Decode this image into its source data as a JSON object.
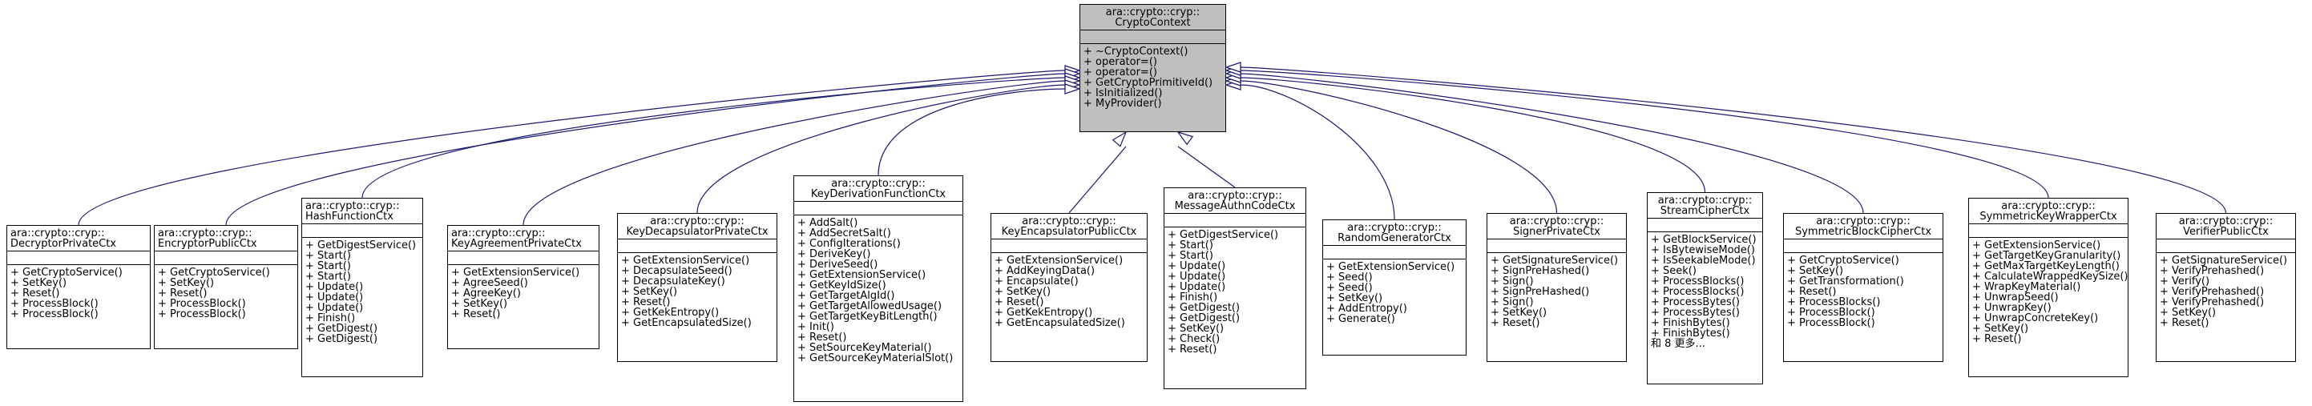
{
  "base": {
    "name": [
      "ara::crypto::cryp::",
      "CryptoContext"
    ],
    "methods": [
      "+ ~CryptoContext()",
      "+ operator=()",
      "+ operator=()",
      "+ GetCryptoPrimitiveId()",
      "+ IsInitialized()",
      "+ MyProvider()"
    ]
  },
  "classes": [
    {
      "name": [
        "ara::crypto::cryp::",
        "DecryptorPrivateCtx"
      ],
      "methods": [
        "+ GetCryptoService()",
        "+ SetKey()",
        "+ Reset()",
        "+ ProcessBlock()",
        "+ ProcessBlock()"
      ]
    },
    {
      "name": [
        "ara::crypto::cryp::",
        "EncryptorPublicCtx"
      ],
      "methods": [
        "+ GetCryptoService()",
        "+ SetKey()",
        "+ Reset()",
        "+ ProcessBlock()",
        "+ ProcessBlock()"
      ]
    },
    {
      "name": [
        "ara::crypto::cryp::",
        "HashFunctionCtx"
      ],
      "methods": [
        "+ GetDigestService()",
        "+ Start()",
        "+ Start()",
        "+ Start()",
        "+ Update()",
        "+ Update()",
        "+ Update()",
        "+ Finish()",
        "+ GetDigest()",
        "+ GetDigest()"
      ]
    },
    {
      "name": [
        "ara::crypto::cryp::",
        "KeyAgreementPrivateCtx"
      ],
      "methods": [
        "+ GetExtensionService()",
        "+ AgreeSeed()",
        "+ AgreeKey()",
        "+ SetKey()",
        "+ Reset()"
      ]
    },
    {
      "name": [
        "ara::crypto::cryp::",
        "KeyDecapsulatorPrivateCtx"
      ],
      "methods": [
        "+ GetExtensionService()",
        "+ DecapsulateSeed()",
        "+ DecapsulateKey()",
        "+ SetKey()",
        "+ Reset()",
        "+ GetKekEntropy()",
        "+ GetEncapsulatedSize()"
      ]
    },
    {
      "name": [
        "ara::crypto::cryp::",
        "KeyDerivationFunctionCtx"
      ],
      "methods": [
        "+ AddSalt()",
        "+ AddSecretSalt()",
        "+ ConfigIterations()",
        "+ DeriveKey()",
        "+ DeriveSeed()",
        "+ GetExtensionService()",
        "+ GetKeyIdSize()",
        "+ GetTargetAlgId()",
        "+ GetTargetAllowedUsage()",
        "+ GetTargetKeyBitLength()",
        "+ Init()",
        "+ Reset()",
        "+ SetSourceKeyMaterial()",
        "+ GetSourceKeyMaterialSlot()"
      ]
    },
    {
      "name": [
        "ara::crypto::cryp::",
        "KeyEncapsulatorPublicCtx"
      ],
      "methods": [
        "+ GetExtensionService()",
        "+ AddKeyingData()",
        "+ Encapsulate()",
        "+ SetKey()",
        "+ Reset()",
        "+ GetKekEntropy()",
        "+ GetEncapsulatedSize()"
      ]
    },
    {
      "name": [
        "ara::crypto::cryp::",
        "MessageAuthnCodeCtx"
      ],
      "methods": [
        "+ GetDigestService()",
        "+ Start()",
        "+ Start()",
        "+ Update()",
        "+ Update()",
        "+ Update()",
        "+ Finish()",
        "+ GetDigest()",
        "+ GetDigest()",
        "+ SetKey()",
        "+ Check()",
        "+ Reset()"
      ]
    },
    {
      "name": [
        "ara::crypto::cryp::",
        "RandomGeneratorCtx"
      ],
      "methods": [
        "+ GetExtensionService()",
        "+ Seed()",
        "+ Seed()",
        "+ SetKey()",
        "+ AddEntropy()",
        "+ Generate()"
      ]
    },
    {
      "name": [
        "ara::crypto::cryp::",
        "SignerPrivateCtx"
      ],
      "methods": [
        "+ GetSignatureService()",
        "+ SignPreHashed()",
        "+ Sign()",
        "+ SignPreHashed()",
        "+ Sign()",
        "+ SetKey()",
        "+ Reset()"
      ]
    },
    {
      "name": [
        "ara::crypto::cryp::",
        "StreamCipherCtx"
      ],
      "methods": [
        "+ GetBlockService()",
        "+ IsBytewiseMode()",
        "+ IsSeekableMode()",
        "+ Seek()",
        "+ ProcessBlocks()",
        "+ ProcessBlocks()",
        "+ ProcessBytes()",
        "+ ProcessBytes()",
        "+ FinishBytes()",
        "+ FinishBytes()",
        "和 8 更多..."
      ]
    },
    {
      "name": [
        "ara::crypto::cryp::",
        "SymmetricBlockCipherCtx"
      ],
      "methods": [
        "+ GetCryptoService()",
        "+ SetKey()",
        "+ GetTransformation()",
        "+ Reset()",
        "+ ProcessBlocks()",
        "+ ProcessBlock()",
        "+ ProcessBlock()"
      ]
    },
    {
      "name": [
        "ara::crypto::cryp::",
        "SymmetricKeyWrapperCtx"
      ],
      "methods": [
        "+ GetExtensionService()",
        "+ GetTargetKeyGranularity()",
        "+ GetMaxTargetKeyLength()",
        "+ CalculateWrappedKeySize()",
        "+ WrapKeyMaterial()",
        "+ UnwrapSeed()",
        "+ UnwrapKey()",
        "+ UnwrapConcreteKey()",
        "+ SetKey()",
        "+ Reset()"
      ]
    },
    {
      "name": [
        "ara::crypto::cryp::",
        "VerifierPublicCtx"
      ],
      "methods": [
        "+ GetSignatureService()",
        "+ VerifyPrehashed()",
        "+ Verify()",
        "+ VerifyPrehashed()",
        "+ VerifyPrehashed()",
        "+ SetKey()",
        "+ Reset()"
      ]
    }
  ],
  "colors": {
    "edge": "#191970",
    "base_fill": "#bfbfbf",
    "box_fill": "#ffffff",
    "border": "#000000"
  }
}
